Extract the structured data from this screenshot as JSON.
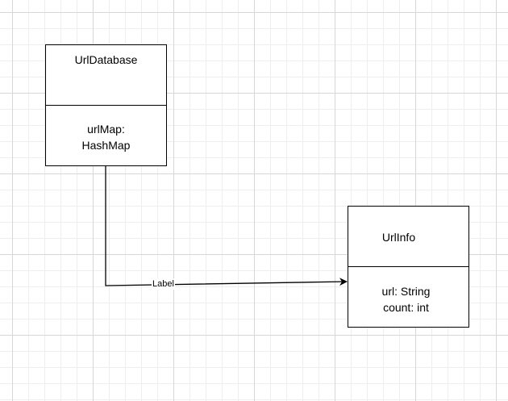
{
  "diagram": {
    "classes": [
      {
        "name": "UrlDatabase",
        "attributes": [
          "urlMap:",
          "HashMap"
        ]
      },
      {
        "name": "UrlInfo",
        "attributes": [
          "url: String",
          "count: int"
        ]
      }
    ],
    "edges": [
      {
        "from": "UrlDatabase",
        "to": "UrlInfo",
        "label": "Label"
      }
    ]
  }
}
